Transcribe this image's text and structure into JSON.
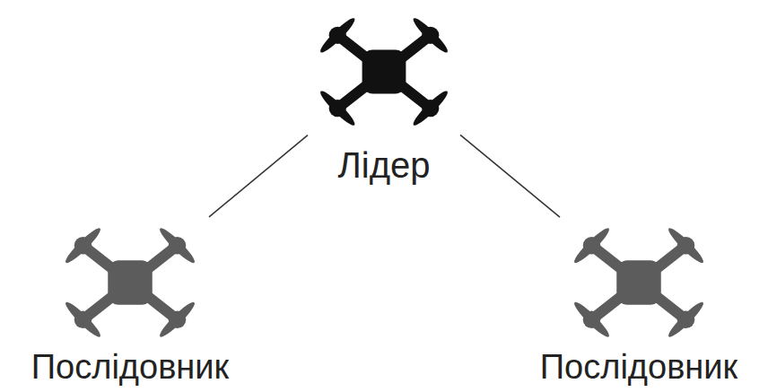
{
  "diagram": {
    "nodes": [
      {
        "text": [
          "Лідер"
        ]
      },
      {
        "text": [
          "Послідовник"
        ]
      },
      {
        "text": [
          "Послідовник"
        ]
      }
    ],
    "edges": [
      {
        "from": 0,
        "to": 1,
        "arrow": "none"
      },
      {
        "from": 0,
        "to": 2,
        "arrow": "none"
      }
    ]
  }
}
